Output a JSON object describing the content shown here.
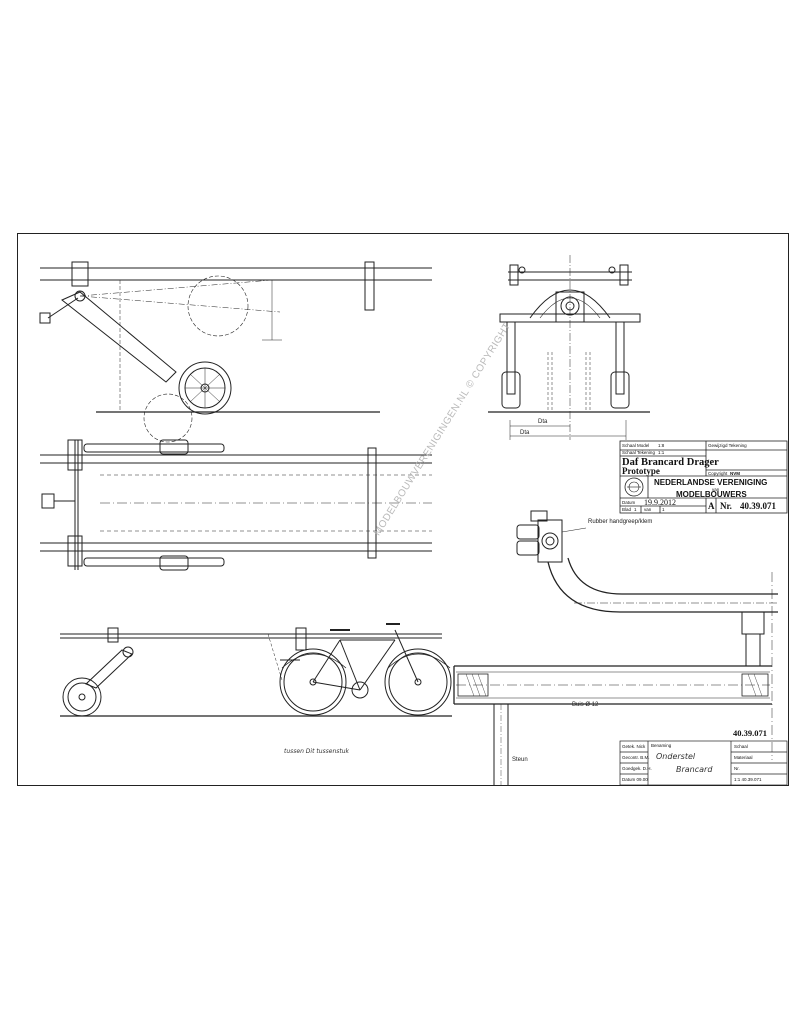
{
  "title_block": {
    "scale_row_1_label": "Schaal Model",
    "scale_row_1_value": "1:8",
    "scale_row_2_label": "Schaal Tekening",
    "scale_row_2_value": "1:1",
    "extra_label": "Gewijzigd Tekening",
    "title_line_1": "Daf Brancard Drager",
    "title_line_2": "Prototype",
    "copyright_label": "Copyright",
    "copyright_value": "NVM",
    "org_line_1": "NEDERLANDSE VERENIGING",
    "org_line_2": "van",
    "org_line_3": "MODELBOUWERS",
    "date_label": "Datum",
    "date_value": "19.9.2012",
    "sheet_label": "Blad",
    "sheet_value": "1",
    "sheet_of_label": "van",
    "sheet_total": "1",
    "format": "A",
    "nr_label": "Nr.",
    "nr_value": "40.39.071"
  },
  "sheet_number": "40.39.071",
  "watermark": "MODELBOUWVERENIGINGEN.NL © COPYRIGHT",
  "dimensions": {
    "d1": "Dta",
    "d2": "Dta"
  },
  "annotations": {
    "handle_note": "Rubber handgreep/klem",
    "tube_note": "Buis Ø 12",
    "support_note": "Steun",
    "assembly_note": "tussen Dit tussenstuk"
  },
  "revision_block": {
    "row_1": "Getek. Nick",
    "row_2": "Gecontr. B.M.",
    "row_3": "Goedgek. D.H.",
    "row_4": "Datum 09.00",
    "part_label": "Benaming",
    "part_line_1": "Onderstel",
    "part_line_2": "Brancard",
    "right_1": "Schaal",
    "right_2": "Materiaal",
    "right_3": "Nr.",
    "right_4": "1:1 40.39.071"
  }
}
